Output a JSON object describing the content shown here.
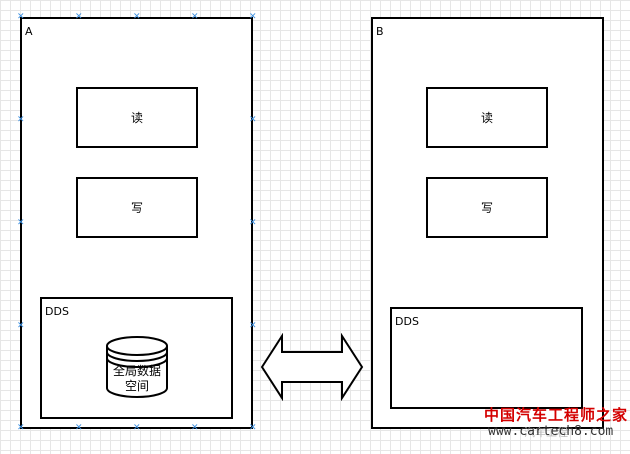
{
  "node_a": {
    "label": "A",
    "read": "读",
    "write": "写",
    "dds": {
      "label": "DDS",
      "storage": "全局数据\n空间"
    }
  },
  "node_b": {
    "label": "B",
    "read": "读",
    "write": "写",
    "dds": {
      "label": "DDS"
    }
  },
  "watermark": {
    "title": "中国汽车工程师之家",
    "url": "www.cartech8.com",
    "faint": "汽车工程"
  }
}
